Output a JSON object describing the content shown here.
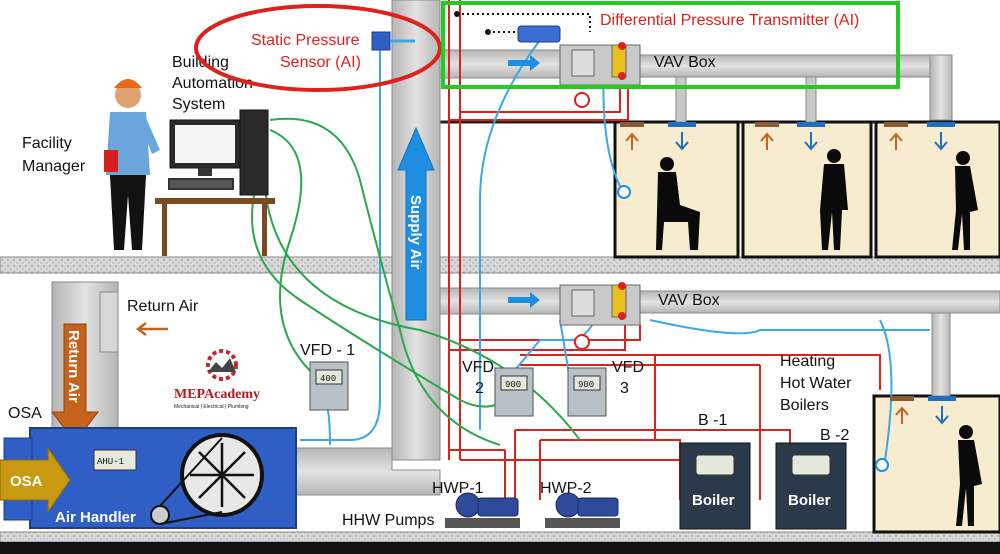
{
  "labels": {
    "static_pressure_line1": "Static Pressure",
    "static_pressure_line2": "Sensor (AI)",
    "dpt": "Differential Pressure Transmitter (AI)",
    "bas_line1": "Building",
    "bas_line2": "Automation",
    "bas_line3": "System",
    "facility_line1": "Facility",
    "facility_line2": "Manager",
    "vav_upper": "VAV Box",
    "vav_lower": "VAV Box",
    "supply_air": "Supply Air",
    "return_air_vertical": "Return Air",
    "return_air_side": "Return Air",
    "osa_top": "OSA",
    "osa_arrow": "OSA",
    "ahu": "AHU-1",
    "air_handler": "Air Handler",
    "vfd1": "VFD - 1",
    "vfd1_display": "400",
    "vfd2_line1": "VFD",
    "vfd2_line2": "2",
    "vfd2_display": "900",
    "vfd3_line1": "VFD",
    "vfd3_line2": "3",
    "vfd3_display": "900",
    "hwp1": "HWP-1",
    "hwp2": "HWP-2",
    "hhw_pumps": "HHW Pumps",
    "heating_line1": "Heating",
    "heating_line2": "Hot Water",
    "heating_line3": "Boilers",
    "b1": "B -1",
    "b2": "B -2",
    "boiler1": "Boiler",
    "boiler2": "Boiler",
    "logo_name": "MEPAcademy",
    "logo_tagline": "Mechanical | Electrical | Plumbing"
  },
  "colors": {
    "duct": "#c9c9c9",
    "duct_edge": "#8a8a8a",
    "supply_arrow": "#1e8fe0",
    "return_arrow": "#c5621b",
    "osa_arrow": "#c79a12",
    "air_handler": "#2f5fc4",
    "highlight_green": "#22cc22",
    "highlight_red": "#e0201a",
    "pipe_red": "#e0201a",
    "wire_blue": "#3aa7e6",
    "wire_green": "#2aa84a"
  }
}
